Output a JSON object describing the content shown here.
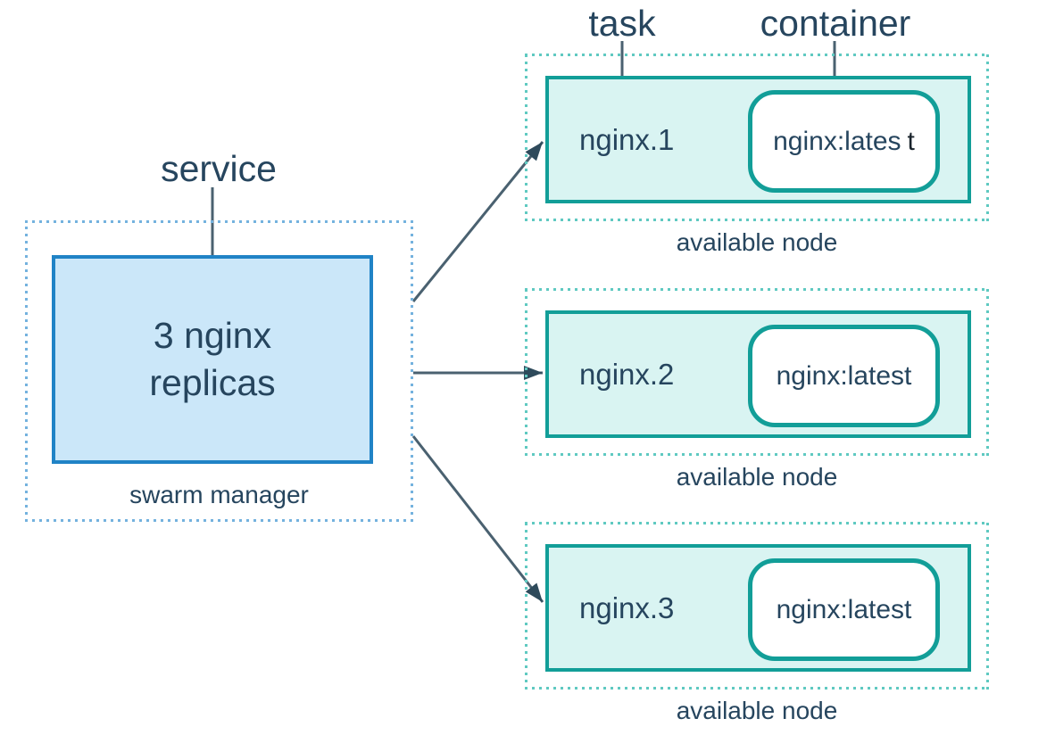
{
  "diagram": {
    "service_label": "service",
    "task_label": "task",
    "container_label": "container"
  },
  "manager": {
    "replicas_line1": "3 nginx",
    "replicas_line2": "replicas",
    "caption": "swarm manager"
  },
  "nodes": [
    {
      "task_name": "nginx.1",
      "image_main": "nginx:lates",
      "image_tail": "t",
      "caption": "available node"
    },
    {
      "task_name": "nginx.2",
      "image_main": "nginx:latest",
      "image_tail": "",
      "caption": "available node"
    },
    {
      "task_name": "nginx.3",
      "image_main": "nginx:latest",
      "image_tail": "",
      "caption": "available node"
    }
  ],
  "colors": {
    "text_navy": "#26455E",
    "connector_line": "#4A6170",
    "arrowhead": "#2E4A5B",
    "manager_box_border": "#2083C6",
    "manager_box_fill": "#CBE7F9",
    "manager_dots": "#74B2DE",
    "node_box_border": "#129E98",
    "node_box_fill": "#D9F4F2",
    "node_dots": "#5FC9C1",
    "container_box_fill": "#FFFFFF",
    "image_tail_color": "#1A242C"
  }
}
